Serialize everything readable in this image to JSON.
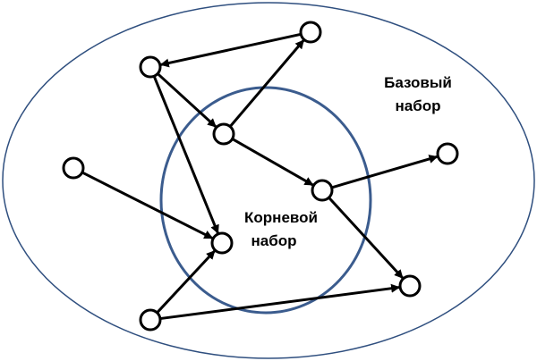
{
  "labels": {
    "base_set": [
      "Базовый",
      "набор"
    ],
    "root_set": [
      "Корневой",
      "набор"
    ]
  },
  "colors": {
    "outer_ellipse": "#2f4f7f",
    "inner_ellipse": "#3b5c8e",
    "node_stroke": "#000000",
    "edge": "#000000"
  },
  "nodes": [
    "A",
    "B",
    "C",
    "D",
    "E",
    "F",
    "G",
    "H",
    "I"
  ],
  "edges": [
    [
      "B",
      "A"
    ],
    [
      "A",
      "C"
    ],
    [
      "A",
      "G"
    ],
    [
      "C",
      "B"
    ],
    [
      "C",
      "E"
    ],
    [
      "D",
      "G"
    ],
    [
      "E",
      "F"
    ],
    [
      "E",
      "I"
    ],
    [
      "H",
      "G"
    ],
    [
      "H",
      "I"
    ]
  ]
}
